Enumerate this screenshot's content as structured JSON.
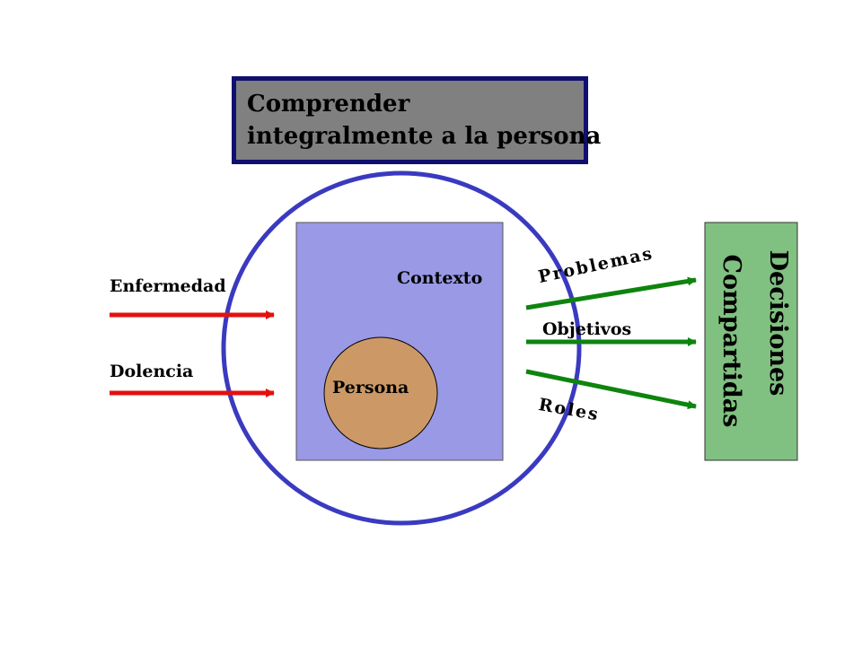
{
  "title": {
    "line1": "Comprender",
    "line2": "integralmente a la persona"
  },
  "inputs": {
    "enfermedad": "Enfermedad",
    "dolencia": "Dolencia"
  },
  "center": {
    "context_label": "Contexto",
    "person_label": "Persona"
  },
  "outputs": {
    "problemas": "Problemas",
    "objetivos": "Objetivos",
    "roles": "Roles"
  },
  "result": {
    "line1": "Decisiones",
    "line2": "Compartidas"
  },
  "colors": {
    "title_fill": "#808080",
    "title_border": "#10106e",
    "context_fill": "#9999e6",
    "circle_stroke": "#3a3ac0",
    "person_fill": "#cc9966",
    "input_arrow": "#e41010",
    "output_arrow": "#0e840e",
    "result_fill": "#80c080"
  }
}
